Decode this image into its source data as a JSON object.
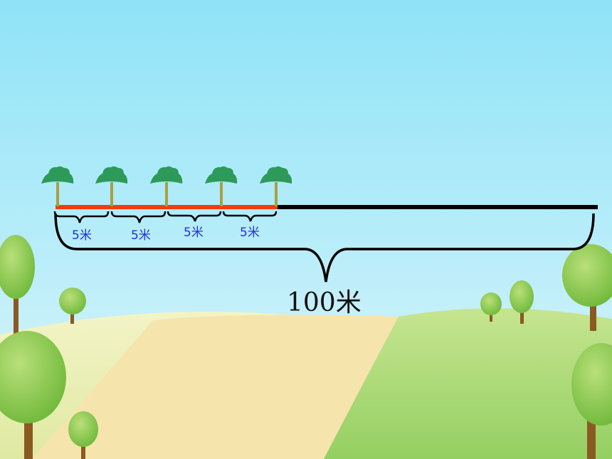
{
  "diagram": {
    "segment_labels": [
      "5米",
      "5米",
      "5米",
      "5米"
    ],
    "total_label": "100米",
    "tree_count_on_line": 5,
    "colors": {
      "sky_top": "#8fe3f7",
      "sky_bottom": "#d9f3fb",
      "planted_segment": "#f03c10",
      "remaining_line": "#000000",
      "segment_label": "#1f2fe0",
      "tree_canopy": "#2e9a5a",
      "tree_trunk": "#a8a040",
      "hill_left": "#eef0b8",
      "hill_right": "#a6d870",
      "path": "#f6e2a8"
    }
  }
}
